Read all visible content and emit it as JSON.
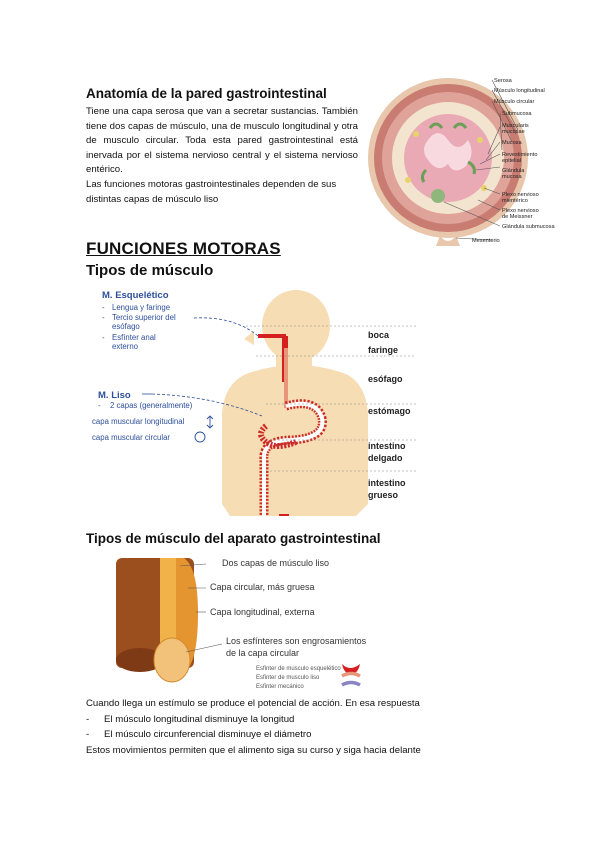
{
  "section1": {
    "title": "Anatomía de la pared gastrointestinal",
    "paragraph1": "Tiene una capa serosa que van a secretar sustancias. También tiene dos capas de músculo, una de musculo longitudinal y otra de musculo circular. Toda esta pared gastrointestinal está inervada por el sistema nervioso central y el sistema nervioso entérico.",
    "paragraph2": "Las funciones motoras gastrointestinales dependen de sus distintas capas de músculo liso"
  },
  "wall_diagram": {
    "labels": [
      "Serosa",
      "Músculo longitudinal",
      "Músculo circular",
      "Submucosa",
      "Muscularis",
      "mucosae",
      "Mucosa",
      "Revestimiento",
      "epitelial",
      "Glándula",
      "mucosa",
      "Plexo nervioso",
      "mientérico",
      "Plexo nervioso",
      "de Meissner",
      "Glándula submucosa",
      "Mesenterio"
    ]
  },
  "headings": {
    "funciones": "FUNCIONES MOTORAS",
    "tipos": "Tipos de músculo",
    "tipos_gi": "Tipos de músculo del aparato gastrointestinal"
  },
  "body_diagram": {
    "esqueletico_title": "M. Esquelético",
    "esqueletico_items": [
      "Lengua y faringe",
      "Tercio superior del",
      "esófago",
      "Esfínter anal",
      "externo"
    ],
    "liso_title": "M. Liso",
    "liso_item": "2 capas (generalmente)",
    "capa_longitudinal": "capa muscular longitudinal",
    "capa_circular": "capa muscular circular",
    "regions": [
      "boca",
      "faringe",
      "esófago",
      "estómago",
      "intestino",
      "delgado",
      "intestino",
      "grueso"
    ]
  },
  "layers_diagram": {
    "label1": "Dos capas de músculo liso",
    "label2": "Capa circular, más gruesa",
    "label3": "Capa longitudinal, externa",
    "label4a": "Los esfínteres son engrosamientos",
    "label4b": "de la capa circular",
    "legend": [
      "Esfinter de musculo esquelético",
      "Esfinter de musculo liso",
      "Esfinter mecánico"
    ],
    "colors": {
      "skeletal": "#d62020",
      "smooth": "#e8967a",
      "mechanical": "#8a86c4"
    }
  },
  "section3": {
    "intro": "Cuando llega un estímulo se produce el potencial de acción. En esa respuesta",
    "dash": "-",
    "item1": "El músculo longitudinal disminuye la longitud",
    "item2": "El músculo circunferencial disminuye el diámetro",
    "outro": "Estos movimientos permiten que el alimento siga su curso y siga hacia delante"
  }
}
